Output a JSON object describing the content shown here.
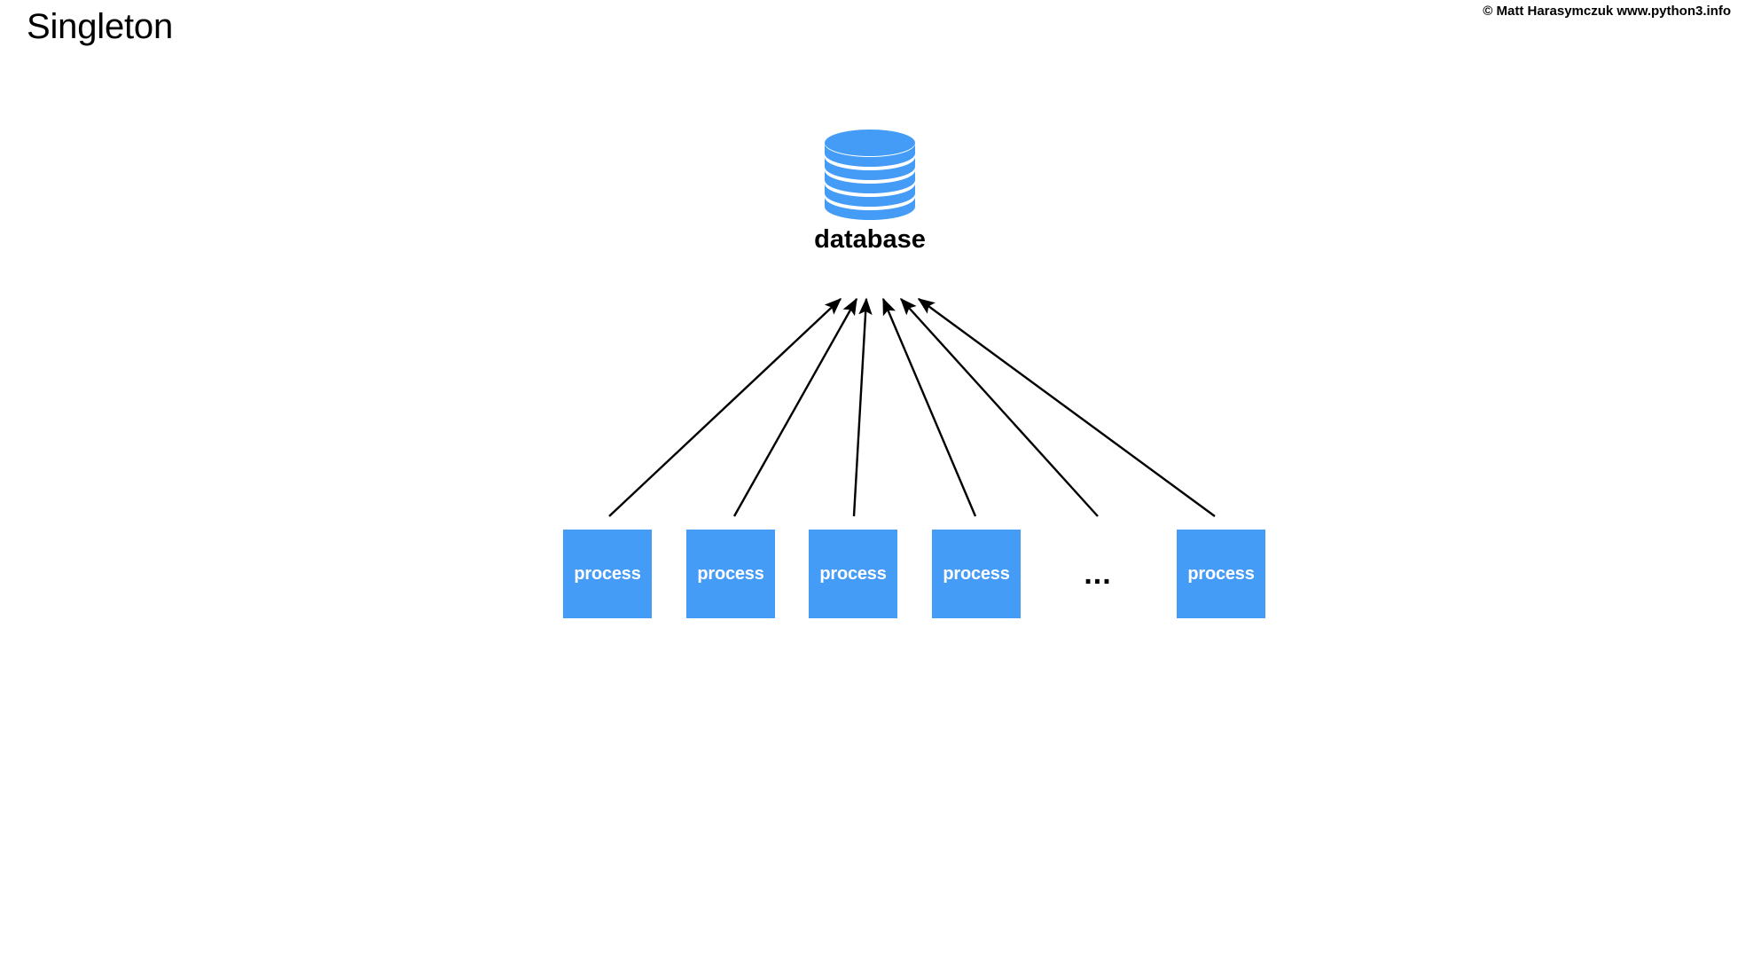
{
  "header": {
    "title": "Singleton",
    "copyright": "© Matt Harasymczuk www.python3.info"
  },
  "colors": {
    "node_blue": "#459cf7",
    "background": "#ffffff",
    "text_dark": "#000000",
    "text_light": "#ffffff",
    "arrow": "#000000"
  },
  "diagram": {
    "type": "star-topology",
    "description": "Multiple process nodes all pointing to a single shared database node",
    "database": {
      "label": "database",
      "icon": "database-cylinder-icon"
    },
    "processes": [
      {
        "label": "process"
      },
      {
        "label": "process"
      },
      {
        "label": "process"
      },
      {
        "label": "process"
      },
      {
        "label": "process"
      }
    ],
    "ellipsis": "...",
    "arrow_count": 6,
    "arrow_direction": "process-to-database"
  }
}
